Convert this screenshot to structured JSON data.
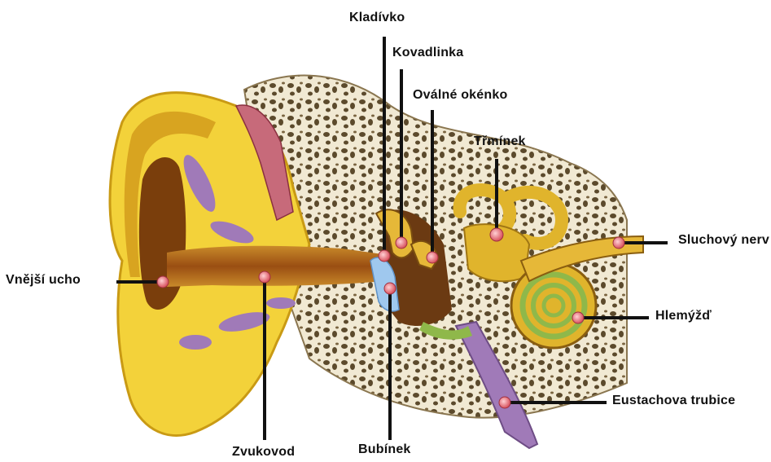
{
  "labels": {
    "kladivko": "Kladívko",
    "kovadlinka": "Kovadlinka",
    "ovalne_okenko": "Oválné okénko",
    "triminek": "Třmínek",
    "sluchovy_nerv": "Sluchový nerv",
    "vnejsi_ucho": "Vnější ucho",
    "hlemyzd": "Hlemýžď",
    "eustachova_trubice": "Eustachova trubice",
    "zvukovod": "Zvukovod",
    "bubinek": "Bubínek"
  },
  "colors": {
    "skin": "#f3d23a",
    "skin_dark": "#c99a14",
    "canal": "#b4621a",
    "cartilage": "#a07ab8",
    "muscle": "#c76a7a",
    "bone": "#f1e9d3",
    "bone_pore": "#5c4a2c",
    "middle_ear": "#6b3a12",
    "membrane": "#9fc8ee",
    "cochlea": "#e0b42c",
    "cochlea_green": "#8fb84a",
    "pointer": "#111111",
    "marker": "#e0606a"
  }
}
